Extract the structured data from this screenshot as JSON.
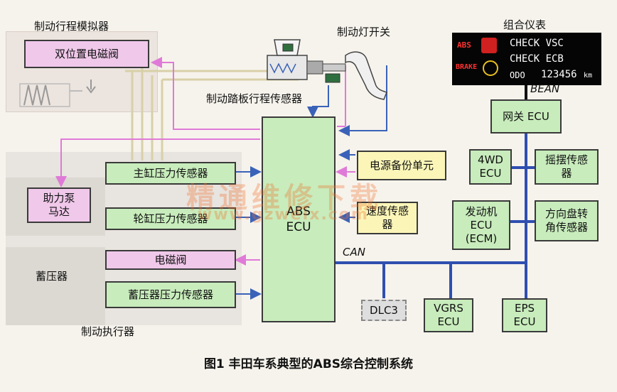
{
  "labels": {
    "simulator_title": "制动行程模拟器",
    "brake_light_switch": "制动灯开关",
    "pedal_sensor": "制动踏板行程传感器",
    "combo_meter": "组合仪表",
    "bean": "BEAN",
    "can": "CAN",
    "accumulator": "蓄压器",
    "actuator": "制动执行器"
  },
  "boxes": {
    "dual_solenoid": "双位置电磁阀",
    "master_cyl_sensor": "主缸压力传感器",
    "wheel_cyl_sensor": "轮缸压力传感器",
    "solenoid": "电磁阀",
    "accum_sensor": "蓄压器压力传感器",
    "pump_motor_1": "助力泵",
    "pump_motor_2": "马达",
    "abs_ecu_1": "ABS",
    "abs_ecu_2": "ECU",
    "power_backup": "电源备份单元",
    "speed_sensor_1": "速度传感",
    "speed_sensor_2": "器",
    "gateway": "网关 ECU",
    "ecu_4wd_1": "4WD",
    "ecu_4wd_2": "ECU",
    "yaw_1": "摇摆传感",
    "yaw_2": "器",
    "engine_1": "发动机",
    "engine_2": "ECU",
    "engine_3": "(ECM)",
    "steer_1": "方向盘转",
    "steer_2": "角传感器",
    "dlc3": "DLC3",
    "vgrs_1": "VGRS",
    "vgrs_2": "ECU",
    "eps_1": "EPS",
    "eps_2": "ECU"
  },
  "dash": {
    "abs": "ABS",
    "brake": "BRAKE",
    "line1": "CHECK VSC",
    "line2": "CHECK ECB",
    "odo_label": "ODO",
    "odo_value": "123456",
    "odo_unit": "km"
  },
  "watermark": {
    "line1": "精通维修下载",
    "line2": "www.gzweix.com"
  },
  "caption": "图1  丰田车系典型的ABS综合控制系统",
  "colors": {
    "green_box": "#c8ecbc",
    "pink_box": "#f0c8ea",
    "yellow_box": "#fbf6b8",
    "pink_line": "#e07ad8",
    "blue_line": "#3a62b8",
    "bus_line": "#2f4fb0"
  }
}
